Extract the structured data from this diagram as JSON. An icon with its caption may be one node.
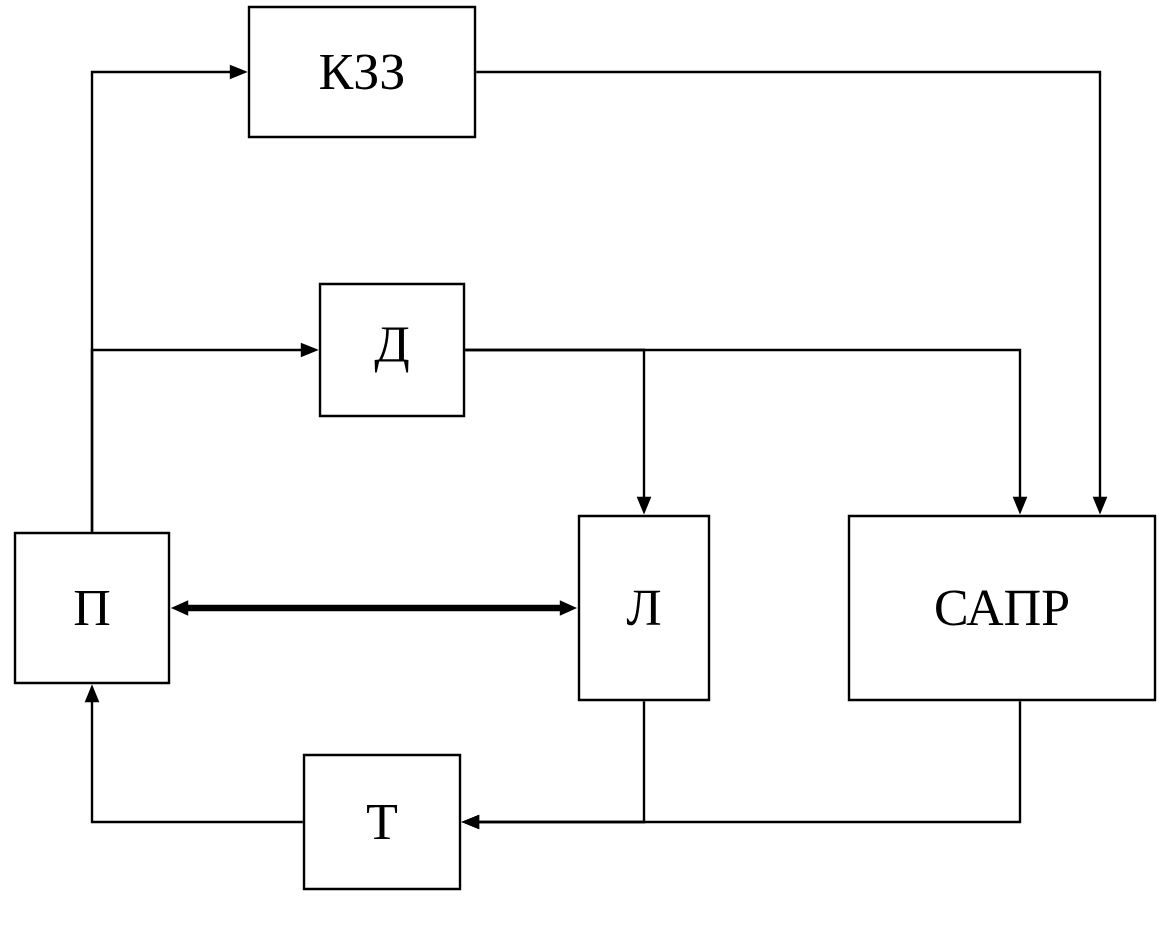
{
  "diagram": {
    "nodes": [
      {
        "text": [
          "КЗЗ"
        ]
      },
      {
        "text": [
          "Д"
        ]
      },
      {
        "text": [
          "П"
        ]
      },
      {
        "text": [
          "Л"
        ]
      },
      {
        "text": [
          "САПР"
        ]
      },
      {
        "text": [
          "Т"
        ]
      }
    ],
    "edges": [
      {
        "from": 2,
        "to": 0,
        "arrow": "to"
      },
      {
        "from": 2,
        "to": 1,
        "arrow": "to"
      },
      {
        "from": 2,
        "to": 3,
        "arrow": "both",
        "style": "thick"
      },
      {
        "from": 0,
        "to": 4,
        "arrow": "to"
      },
      {
        "from": 1,
        "to": 3,
        "arrow": "to"
      },
      {
        "from": 1,
        "to": 4,
        "arrow": "to"
      },
      {
        "from": 3,
        "to": 5,
        "arrow": "to"
      },
      {
        "from": 4,
        "to": 5,
        "arrow": "to"
      },
      {
        "from": 5,
        "to": 2,
        "arrow": "to"
      }
    ]
  }
}
